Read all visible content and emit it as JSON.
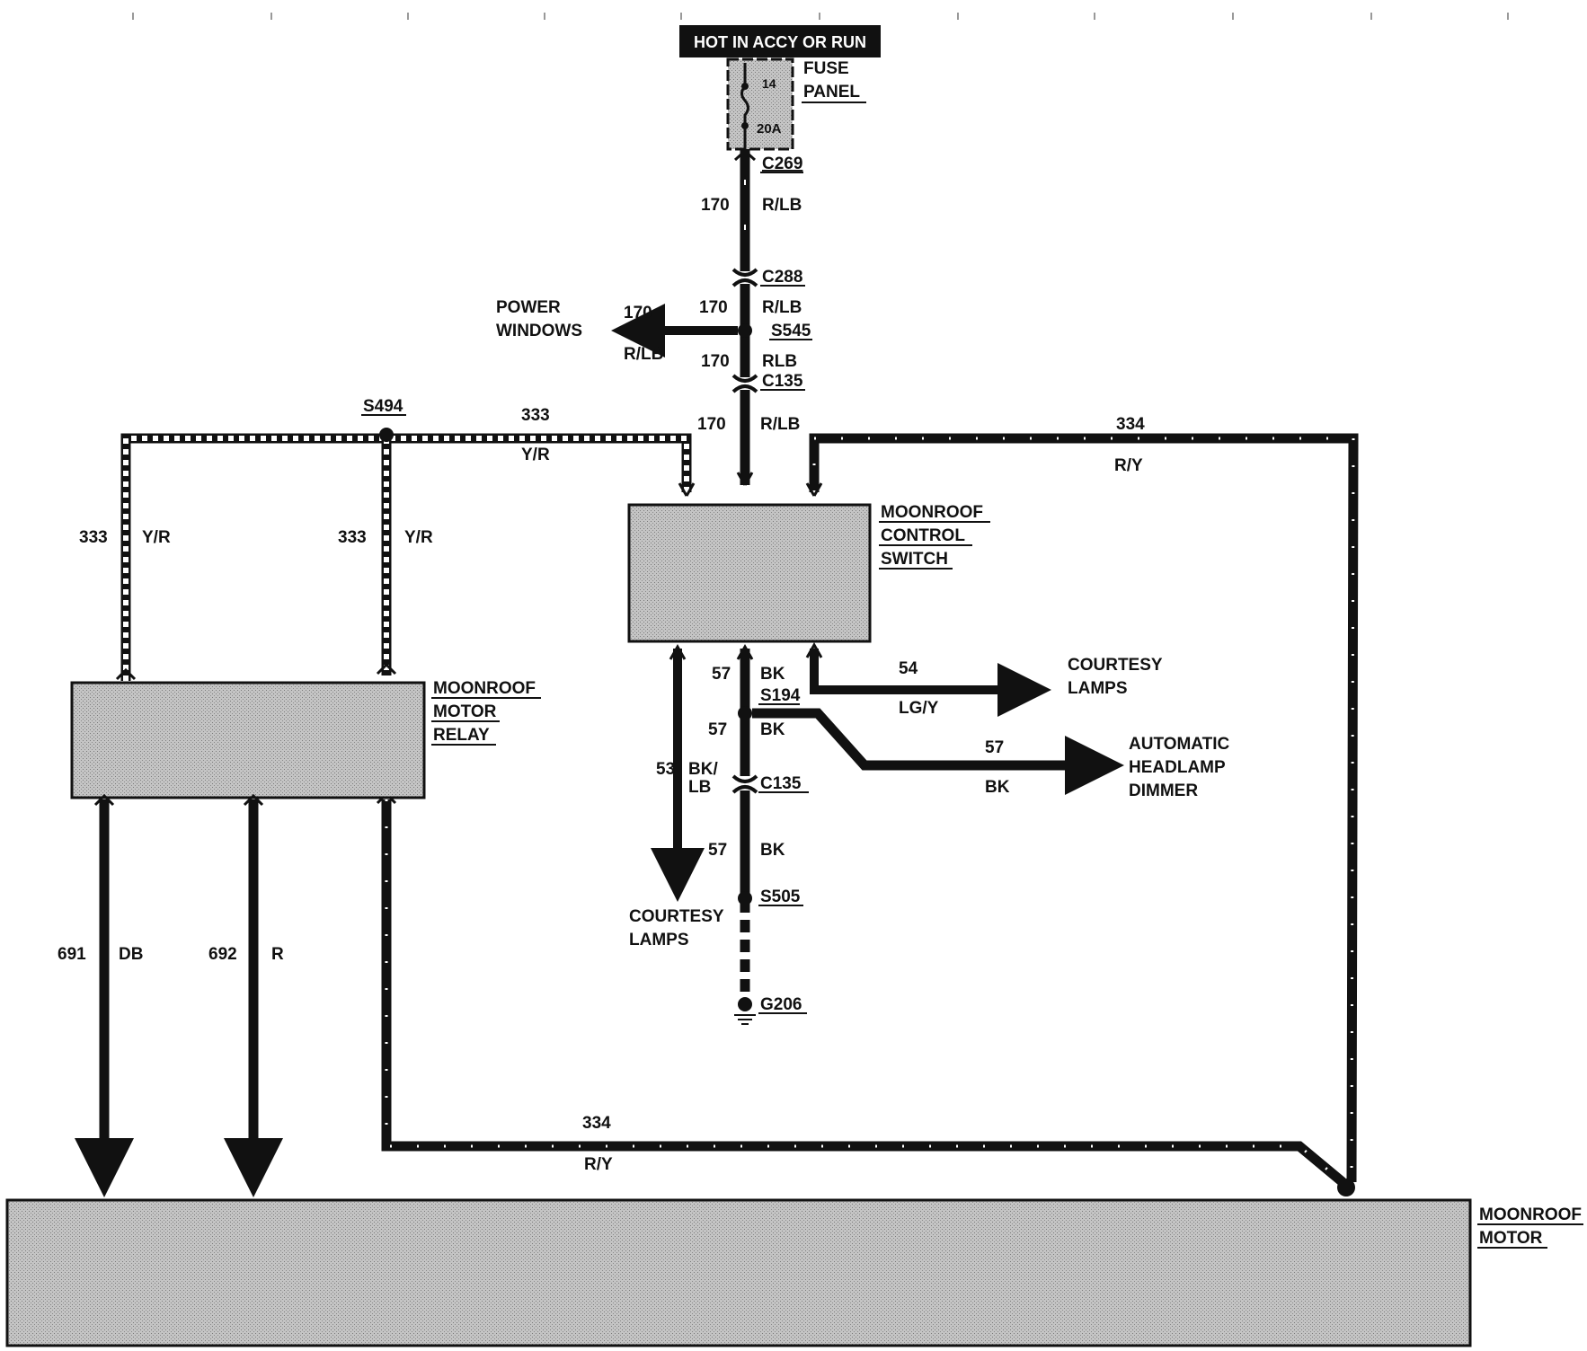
{
  "header": {
    "hot_label": "HOT IN ACCY OR RUN"
  },
  "fuse": {
    "number": "14",
    "rating": "20A",
    "label_line1": "FUSE",
    "label_line2": "PANEL"
  },
  "connectors": {
    "c269": "C269",
    "c288": "C288",
    "c135_top": "C135",
    "c135_bottom": "C135"
  },
  "splices": {
    "s545": "S545",
    "s494": "S494",
    "s194": "S194",
    "s505": "S505"
  },
  "ground": {
    "g206": "G206"
  },
  "wires": {
    "w170_a": {
      "circuit": "170",
      "color": "R/LB"
    },
    "w170_b": {
      "circuit": "170",
      "color": "R/LB"
    },
    "w170_pw": {
      "circuit": "170",
      "color": "R/LB"
    },
    "w170_c": {
      "circuit": "170",
      "color": "RLB"
    },
    "w170_d": {
      "circuit": "170",
      "color": "R/LB"
    },
    "w333_top": {
      "circuit": "333",
      "color": "Y/R"
    },
    "w333_left": {
      "circuit": "333",
      "color": "Y/R"
    },
    "w333_mid": {
      "circuit": "333",
      "color": "Y/R"
    },
    "w334_top": {
      "circuit": "334",
      "color": "R/Y"
    },
    "w334_bottom": {
      "circuit": "334",
      "color": "R/Y"
    },
    "w54": {
      "circuit": "54",
      "color": "LG/Y"
    },
    "w57_a": {
      "circuit": "57",
      "color": "BK"
    },
    "w57_b": {
      "circuit": "57",
      "color": "BK"
    },
    "w57_dim": {
      "circuit": "57",
      "color": "BK"
    },
    "w57_c": {
      "circuit": "57",
      "color": "BK"
    },
    "w53": {
      "circuit": "53",
      "color_line1": "BK/",
      "color_line2": "LB"
    },
    "w691": {
      "circuit": "691",
      "color": "DB"
    },
    "w692": {
      "circuit": "692",
      "color": "R"
    }
  },
  "destinations": {
    "power_windows": [
      "POWER",
      "WINDOWS"
    ],
    "courtesy_right": [
      "COURTESY",
      "LAMPS"
    ],
    "courtesy_bottom": [
      "COURTESY",
      "LAMPS"
    ],
    "headlamp_dimmer": [
      "AUTOMATIC",
      "HEADLAMP",
      "DIMMER"
    ]
  },
  "components": {
    "control_switch": [
      "MOONROOF",
      "CONTROL",
      "SWITCH"
    ],
    "motor_relay": [
      "MOONROOF",
      "MOTOR",
      "RELAY"
    ],
    "motor": [
      "MOONROOF",
      "MOTOR"
    ]
  }
}
